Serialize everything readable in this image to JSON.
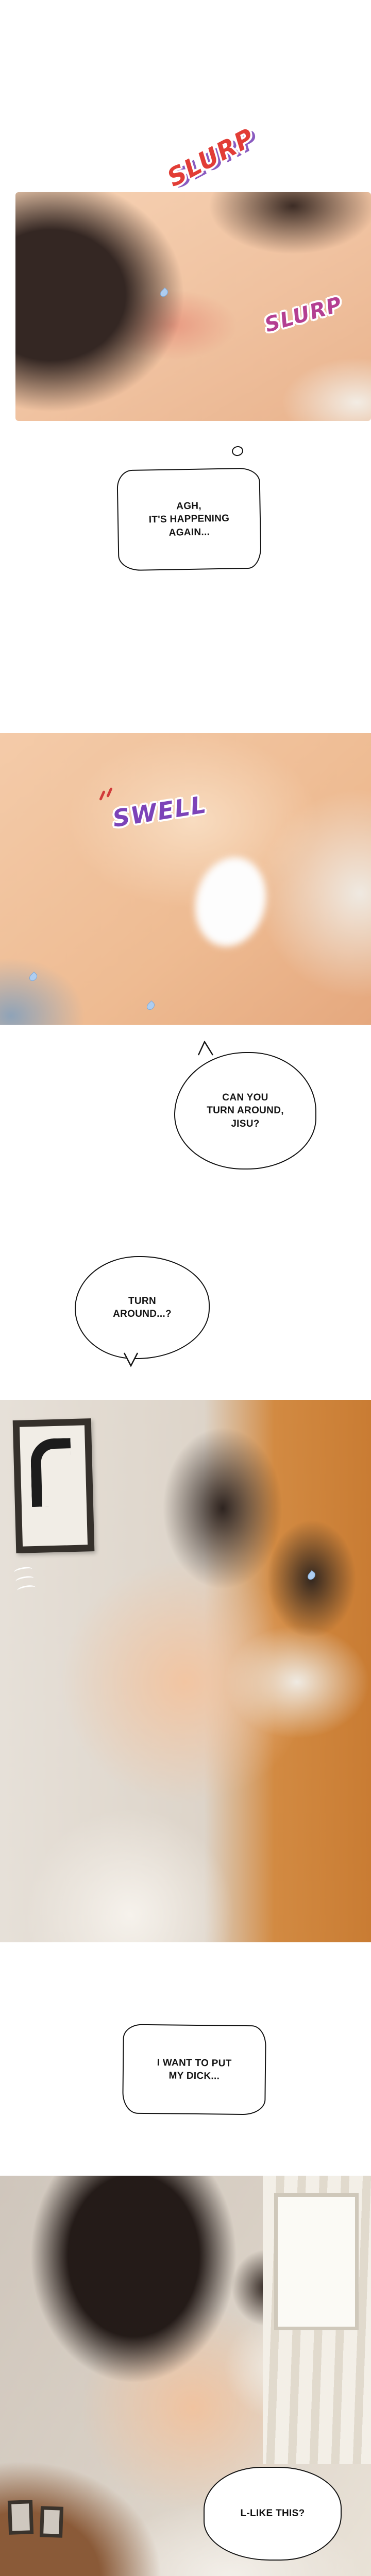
{
  "colors": {
    "page_bg": "#ffffff",
    "bubble_outline": "#141414",
    "bubble_text": "#141414",
    "sfx_slurp_1": "#e23d36",
    "sfx_slurp_2": "#b43f92",
    "sfx_swell": "#7c43b8",
    "sfx_outline": "#ffffff"
  },
  "sfx": [
    {
      "text": "SLURP"
    },
    {
      "text": "SLURP"
    },
    {
      "text": "SWELL"
    }
  ],
  "bubbles": [
    {
      "text": "AGH,\nIT'S HAPPENING\nAGAIN..."
    },
    {
      "text": "CAN YOU\nTURN AROUND,\nJISU?"
    },
    {
      "text": "TURN\nAROUND...?"
    },
    {
      "text": "I WANT TO PUT\nMY DICK..."
    },
    {
      "text": "L-LIKE THIS?"
    }
  ]
}
